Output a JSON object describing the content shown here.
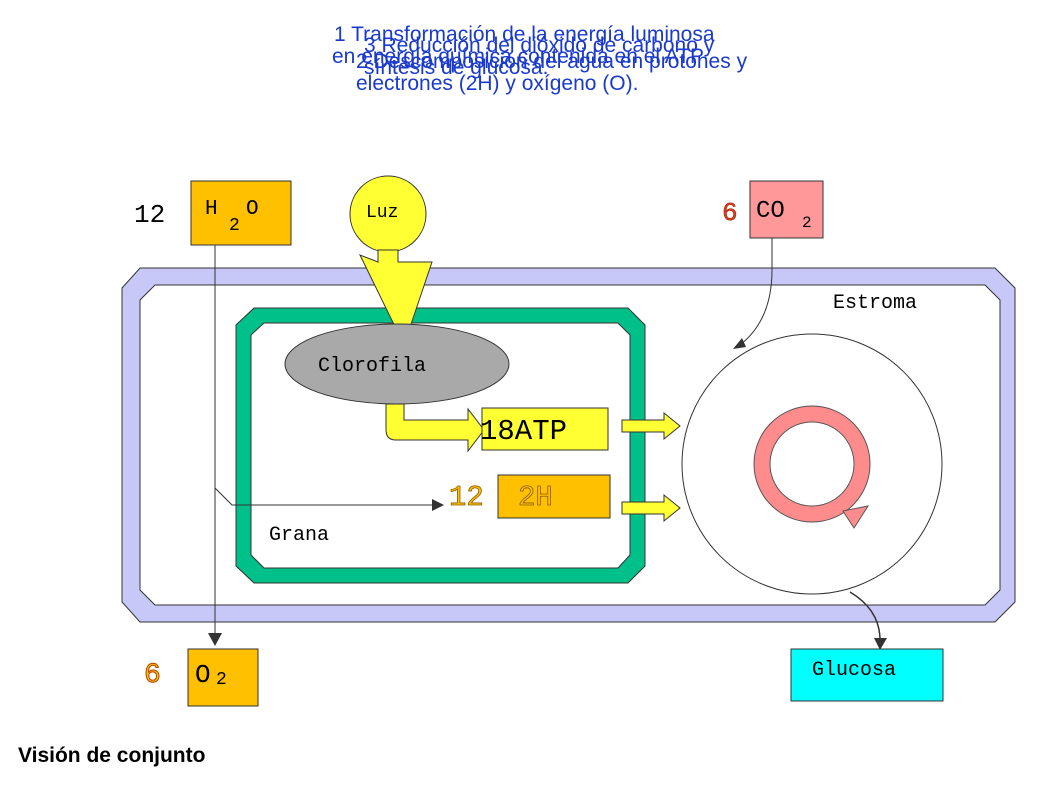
{
  "labels": {
    "water_count": "12",
    "water_formula_main": "H",
    "water_formula_sub": "2",
    "water_formula_tail": "O",
    "light": "Luz",
    "co2_count": "6",
    "co2_formula_main": "CO",
    "co2_formula_sub": "2",
    "stroma": "Estroma",
    "chlorophyll": "Clorofila",
    "atp": "18ATP",
    "h_count": "12",
    "h_label": "2H",
    "grana": "Grana",
    "o2_count": "6",
    "o2_formula_main": "O",
    "o2_formula_sub": "2",
    "glucose": "Glucosa"
  },
  "steps": {
    "step1_line1": "1 Transformación de la energía luminosa",
    "step1_line2": "en energía química contenida en el ATP",
    "step2_line1": "2 Descomposición del agua en protones y",
    "step2_line2": "electrones (2H) y oxígeno (O).",
    "step3_line1": "3 Reducción del dióxido de carbono y",
    "step3_line2": "síntesis de glucosa."
  },
  "caption": "Visión de conjunto",
  "colors": {
    "stroma_border": "#c8c8f8",
    "grana_border": "#00c08a",
    "box_orange": "#ffc000",
    "box_pink": "#ff9999",
    "arrow_yellow": "#ffff33",
    "glucose_cyan": "#00ffff",
    "chlorophyll_gray": "#a9a9a9",
    "cycle_red": "#ff8c8c",
    "step_text": "#1a3acd"
  }
}
